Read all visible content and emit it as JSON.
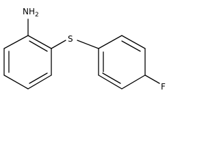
{
  "molecule": {
    "atoms": {
      "amine": {
        "symbol": "NH",
        "subscript": "2"
      },
      "sulfur": {
        "symbol": "S"
      },
      "fluorine": {
        "symbol": "F"
      }
    }
  }
}
